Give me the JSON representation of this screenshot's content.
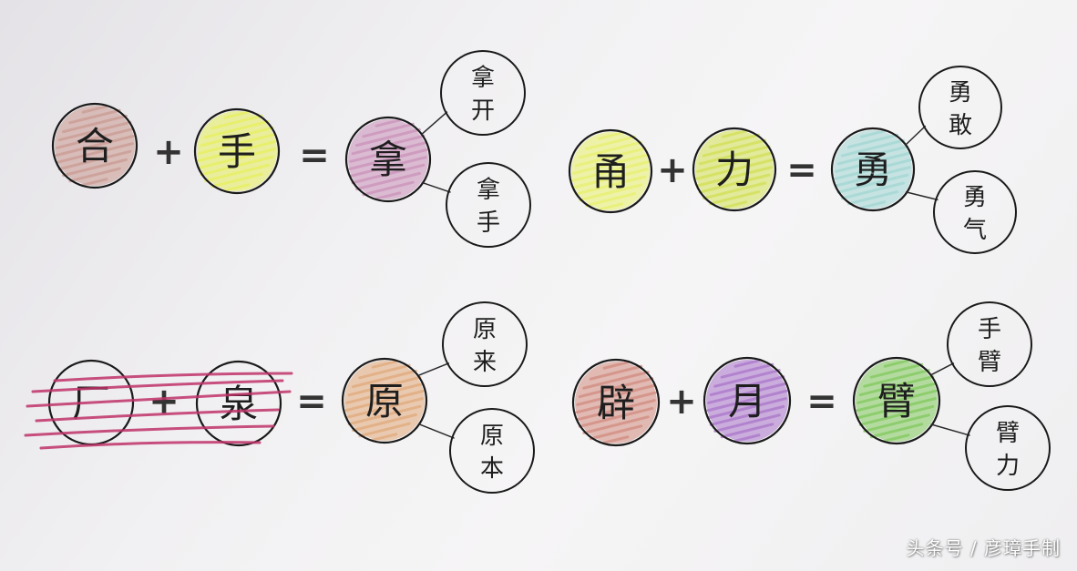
{
  "equations": [
    {
      "parts": [
        {
          "char": "合",
          "color": "#c99990"
        },
        {
          "char": "手",
          "color": "#e8f05a"
        }
      ],
      "plus": "+",
      "equals": "=",
      "result": {
        "char": "拿",
        "color": "#c98fb8"
      },
      "words": [
        [
          "拿",
          "开"
        ],
        [
          "拿",
          "手"
        ]
      ]
    },
    {
      "parts": [
        {
          "char": "甬",
          "color": "#e8f06a"
        },
        {
          "char": "力",
          "color": "#d2e050"
        }
      ],
      "plus": "+",
      "equals": "=",
      "result": {
        "char": "勇",
        "color": "#9fd6d2"
      },
      "words": [
        [
          "勇",
          "敢"
        ],
        [
          "勇",
          "气"
        ]
      ]
    },
    {
      "parts": [
        {
          "char": "厂",
          "color": "#ffffff"
        },
        {
          "char": "泉",
          "color": "#ffffff"
        }
      ],
      "plus": "+",
      "equals": "=",
      "result": {
        "char": "原",
        "color": "#e0a878"
      },
      "words": [
        [
          "原",
          "来"
        ],
        [
          "原",
          "本"
        ]
      ]
    },
    {
      "parts": [
        {
          "char": "辟",
          "color": "#d0887c"
        },
        {
          "char": "月",
          "color": "#a872c8"
        }
      ],
      "plus": "+",
      "equals": "=",
      "result": {
        "char": "臂",
        "color": "#7fc85a"
      },
      "words": [
        [
          "手",
          "臂"
        ],
        [
          "臂",
          "力"
        ]
      ]
    }
  ],
  "scribble_color": "#c0336a",
  "watermark": "头条号 / 彦璋手制"
}
